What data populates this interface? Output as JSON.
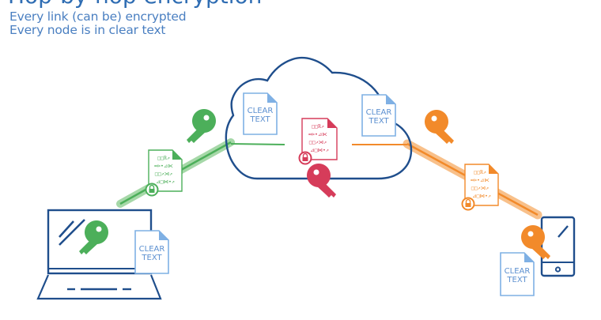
{
  "header": {
    "title": "Hop-by-hop encryption",
    "lines": [
      "Every link (can be) encrypted",
      "Every node is in clear text"
    ]
  },
  "colors": {
    "navy": "#1f4e8c",
    "green": "#4caf5a",
    "green_light": "#a6d8a8",
    "orange": "#f28a2a",
    "orange_light": "#f8c08a",
    "red": "#d63c5a",
    "doc_blue": "#7fb0e4",
    "text_blue": "#4a7fc1"
  },
  "nodes": {
    "laptop": {
      "label": "laptop",
      "doc_text": [
        "CLEAR",
        "TEXT"
      ]
    },
    "cloud": {
      "label": "cloud server",
      "doc_left_text": [
        "CLEAR",
        "TEXT"
      ],
      "doc_right_text": [
        "CLEAR",
        "TEXT"
      ]
    },
    "phone": {
      "label": "phone",
      "doc_text": [
        "CLEAR",
        "TEXT"
      ]
    }
  },
  "encrypted_docs": {
    "glyph_rows": [
      "□□ℝ↗",
      "≕⊳•⊿⋉",
      "□□↗⋊↗",
      "⊿□⋈•↗"
    ]
  }
}
